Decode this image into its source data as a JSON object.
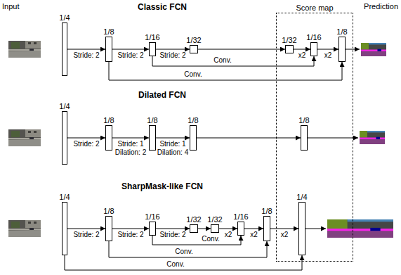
{
  "diagram": {
    "nodes": [
      {
        "text": [
          "Score map"
        ]
      },
      {
        "text": [
          "1/4"
        ]
      },
      {
        "text": [
          "1/8"
        ]
      },
      {
        "text": [
          "1/16"
        ]
      },
      {
        "text": [
          "1/32"
        ]
      },
      {
        "text": [
          "1/32"
        ],
        "in": 0
      },
      {
        "text": [
          "1/16"
        ],
        "in": 0
      },
      {
        "text": [
          "1/8"
        ],
        "in": 0
      },
      {
        "text": [
          "1/4"
        ]
      },
      {
        "text": [
          "1/8"
        ]
      },
      {
        "text": [
          "1/8"
        ]
      },
      {
        "text": [
          "1/8"
        ]
      },
      {
        "text": [
          "1/8"
        ],
        "in": 0
      },
      {
        "text": [
          "1/4"
        ]
      },
      {
        "text": [
          "1/8"
        ]
      },
      {
        "text": [
          "1/16"
        ]
      },
      {
        "text": [
          "1/32"
        ]
      },
      {
        "text": [
          "1/32"
        ]
      },
      {
        "text": [
          "1/16"
        ]
      },
      {
        "text": [
          "1/8"
        ]
      },
      {
        "text": [
          "1/4"
        ],
        "in": 0
      }
    ],
    "edges": [
      {
        "from": 1,
        "to": 2,
        "arrow": "to",
        "label": "Stride: 2"
      },
      {
        "from": 2,
        "to": 3,
        "arrow": "to",
        "label": "Stride: 2"
      },
      {
        "from": 3,
        "to": 4,
        "arrow": "to",
        "label": "Stride: 2"
      },
      {
        "from": 4,
        "to": 5,
        "arrow": "to"
      },
      {
        "from": 5,
        "to": 6,
        "arrow": "to",
        "label": "x2"
      },
      {
        "from": 6,
        "to": 7,
        "arrow": "to",
        "label": "x2"
      },
      {
        "from": 3,
        "to": 6,
        "arrow": "to",
        "label": "Conv."
      },
      {
        "from": 2,
        "to": 7,
        "arrow": "to",
        "label": "Conv."
      },
      {
        "from": 8,
        "to": 9,
        "arrow": "to",
        "label": "Stride: 2"
      },
      {
        "from": 9,
        "to": 10,
        "arrow": "to",
        "label": "Stride: 1 Dilation: 2"
      },
      {
        "from": 10,
        "to": 11,
        "arrow": "to",
        "label": "Stride: 1 Dilation: 4"
      },
      {
        "from": 11,
        "to": 12,
        "arrow": "to"
      },
      {
        "from": 13,
        "to": 14,
        "arrow": "to",
        "label": "Stride: 2"
      },
      {
        "from": 14,
        "to": 15,
        "arrow": "to",
        "label": "Stride: 2"
      },
      {
        "from": 15,
        "to": 16,
        "arrow": "to",
        "label": "Stride: 2"
      },
      {
        "from": 16,
        "to": 17,
        "arrow": "to"
      },
      {
        "from": 17,
        "to": 18,
        "arrow": "to",
        "label": "x2"
      },
      {
        "from": 18,
        "to": 19,
        "arrow": "to",
        "label": "x2"
      },
      {
        "from": 19,
        "to": 20,
        "arrow": "to",
        "label": "x2"
      },
      {
        "from": 15,
        "to": 18,
        "arrow": "to",
        "label": "Conv."
      },
      {
        "from": 14,
        "to": 19,
        "arrow": "to",
        "label": "Conv."
      },
      {
        "from": 13,
        "to": 20,
        "arrow": "to",
        "label": "Conv."
      }
    ],
    "labels": [
      "Input",
      "Classic FCN",
      "Prediction",
      "Dilated FCN",
      "SharpMask-like FCN"
    ]
  }
}
